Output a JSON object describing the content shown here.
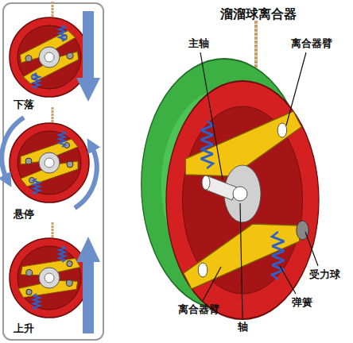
{
  "diagram": {
    "title": "溜溜球离合器",
    "labels": [
      "下落",
      "悬停",
      "上升",
      "主轴",
      "离合器臂",
      "离合器臂",
      "受力球",
      "弹簧",
      "轴"
    ]
  }
}
